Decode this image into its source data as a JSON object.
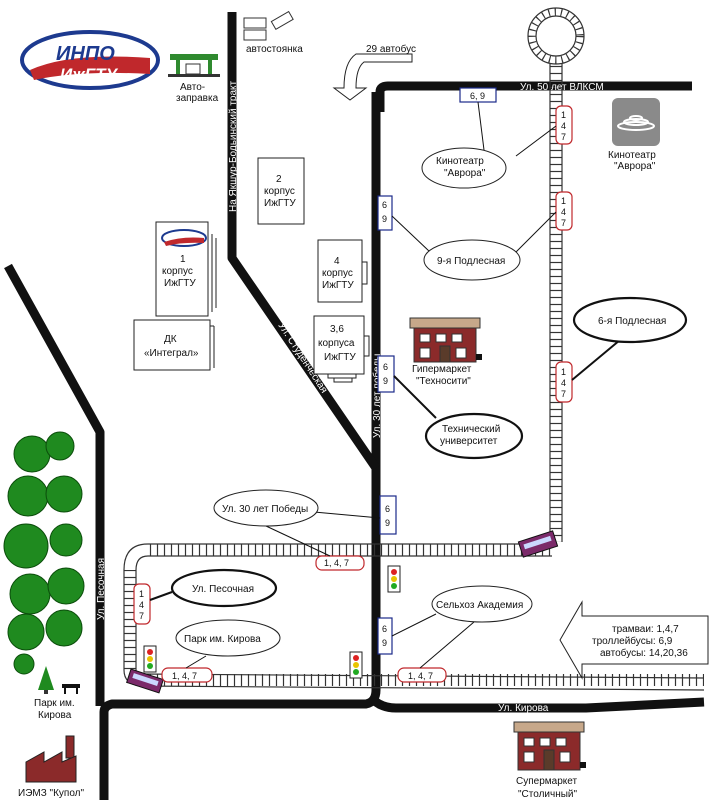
{
  "logo": {
    "line1": "ИНПО",
    "line2": "ИжГТУ",
    "brand_color": "#1d3a8f",
    "accent_color": "#c0282c"
  },
  "streets": {
    "vlksm": "Ул. 50 лет ВЛКСМ",
    "yakshur": "На Якшур-Бодьинский тракт",
    "studencheskaya": "Ул. Студенческая",
    "pobedy": "Ул. 30 лет победы",
    "pesochnaya": "Ул. Песочная",
    "kirova": "Ул. Кирова"
  },
  "places": {
    "parking": "автостоянка",
    "gas_line1": "Авто-",
    "gas_line2": "заправка",
    "korpus2": [
      "2",
      "корпус",
      "ИжГТУ"
    ],
    "korpus1": [
      "1",
      "корпус",
      "ИжГТУ"
    ],
    "korpus4": [
      "4",
      "корпус",
      "ИжГТУ"
    ],
    "korpus36": [
      "3,6",
      "корпуса",
      "ИжГТУ"
    ],
    "dk": [
      "ДК",
      "«Интеграл»"
    ],
    "cinema_line1": "Кинотеатр",
    "cinema_line2": "\"Аврора\"",
    "hyper_line1": "Гипермаркет",
    "hyper_line2": "\"Техносити\"",
    "super_line1": "Супермаркет",
    "super_line2": "\"Столичный\"",
    "park_line1": "Парк им.",
    "park_line2": "Кирова",
    "iemz": "ИЭМЗ \"Купол\""
  },
  "bus_note": "29 автобус",
  "stops": {
    "s_top": "6, 9",
    "s_mid": "6\n9",
    "s_tr_top": "1\n4\n7",
    "s_tr_mid": "1\n4\n7",
    "s_tr_low": "1\n4\n7",
    "s_lower_69": "6\n9",
    "s_low_147": "1, 4, 7",
    "s_pes_147": "1\n4\n7",
    "s_bot_147_left": "1, 4, 7",
    "s_bot_147_right": "1, 4, 7",
    "s_bot_69": "6\n9",
    "s_tech_69": "6\n9"
  },
  "callouts": {
    "cinema_line1": "Кинотеатр",
    "cinema_line2": "\"Аврора\"",
    "podlesnaya9": "9-я Подлесная",
    "podlesnaya6": "6-я Подлесная",
    "tech_line1": "Технический",
    "tech_line2": "университет",
    "pobedy30": "Ул. 30 лет Победы",
    "pesochnaya": "Ул. Песочная",
    "park": "Парк им. Кирова",
    "selkhoz": "Сельхоз Академия"
  },
  "legend": {
    "trams": "трамваи: 1,4,7",
    "trolleys": "троллейбусы: 6,9",
    "buses": "автобусы: 14,20,36"
  }
}
